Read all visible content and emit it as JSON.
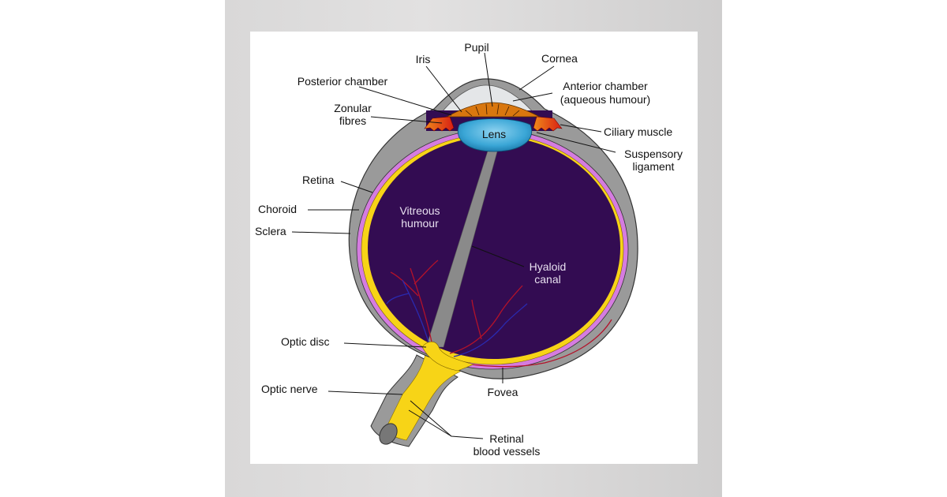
{
  "title": "Human eye cross-section",
  "labels": {
    "pupil": "Pupil",
    "iris": "Iris",
    "cornea": "Cornea",
    "posterior_chamber": "Posterior chamber",
    "anterior_chamber_1": "Anterior chamber",
    "anterior_chamber_2": "(aqueous humour)",
    "zonular_1": "Zonular",
    "zonular_2": "fibres",
    "lens": "Lens",
    "ciliary_muscle": "Ciliary muscle",
    "suspensory_1": "Suspensory",
    "suspensory_2": "ligament",
    "retina": "Retina",
    "choroid": "Choroid",
    "sclera": "Sclera",
    "vitreous_1": "Vitreous",
    "vitreous_2": "humour",
    "hyaloid_1": "Hyaloid",
    "hyaloid_2": "canal",
    "optic_disc": "Optic disc",
    "optic_nerve": "Optic nerve",
    "fovea": "Fovea",
    "retinal_1": "Retinal",
    "retinal_2": "blood vessels"
  },
  "colors": {
    "sclera": "#9a9a9a",
    "choroid": "#d57ce0",
    "retina": "#f7d417",
    "vitreous": "#330c52",
    "lens": "#3aa6d6",
    "iris": "#d9770f",
    "ciliary": "#e0321a",
    "cornea_fill": "#e4e6e8"
  }
}
